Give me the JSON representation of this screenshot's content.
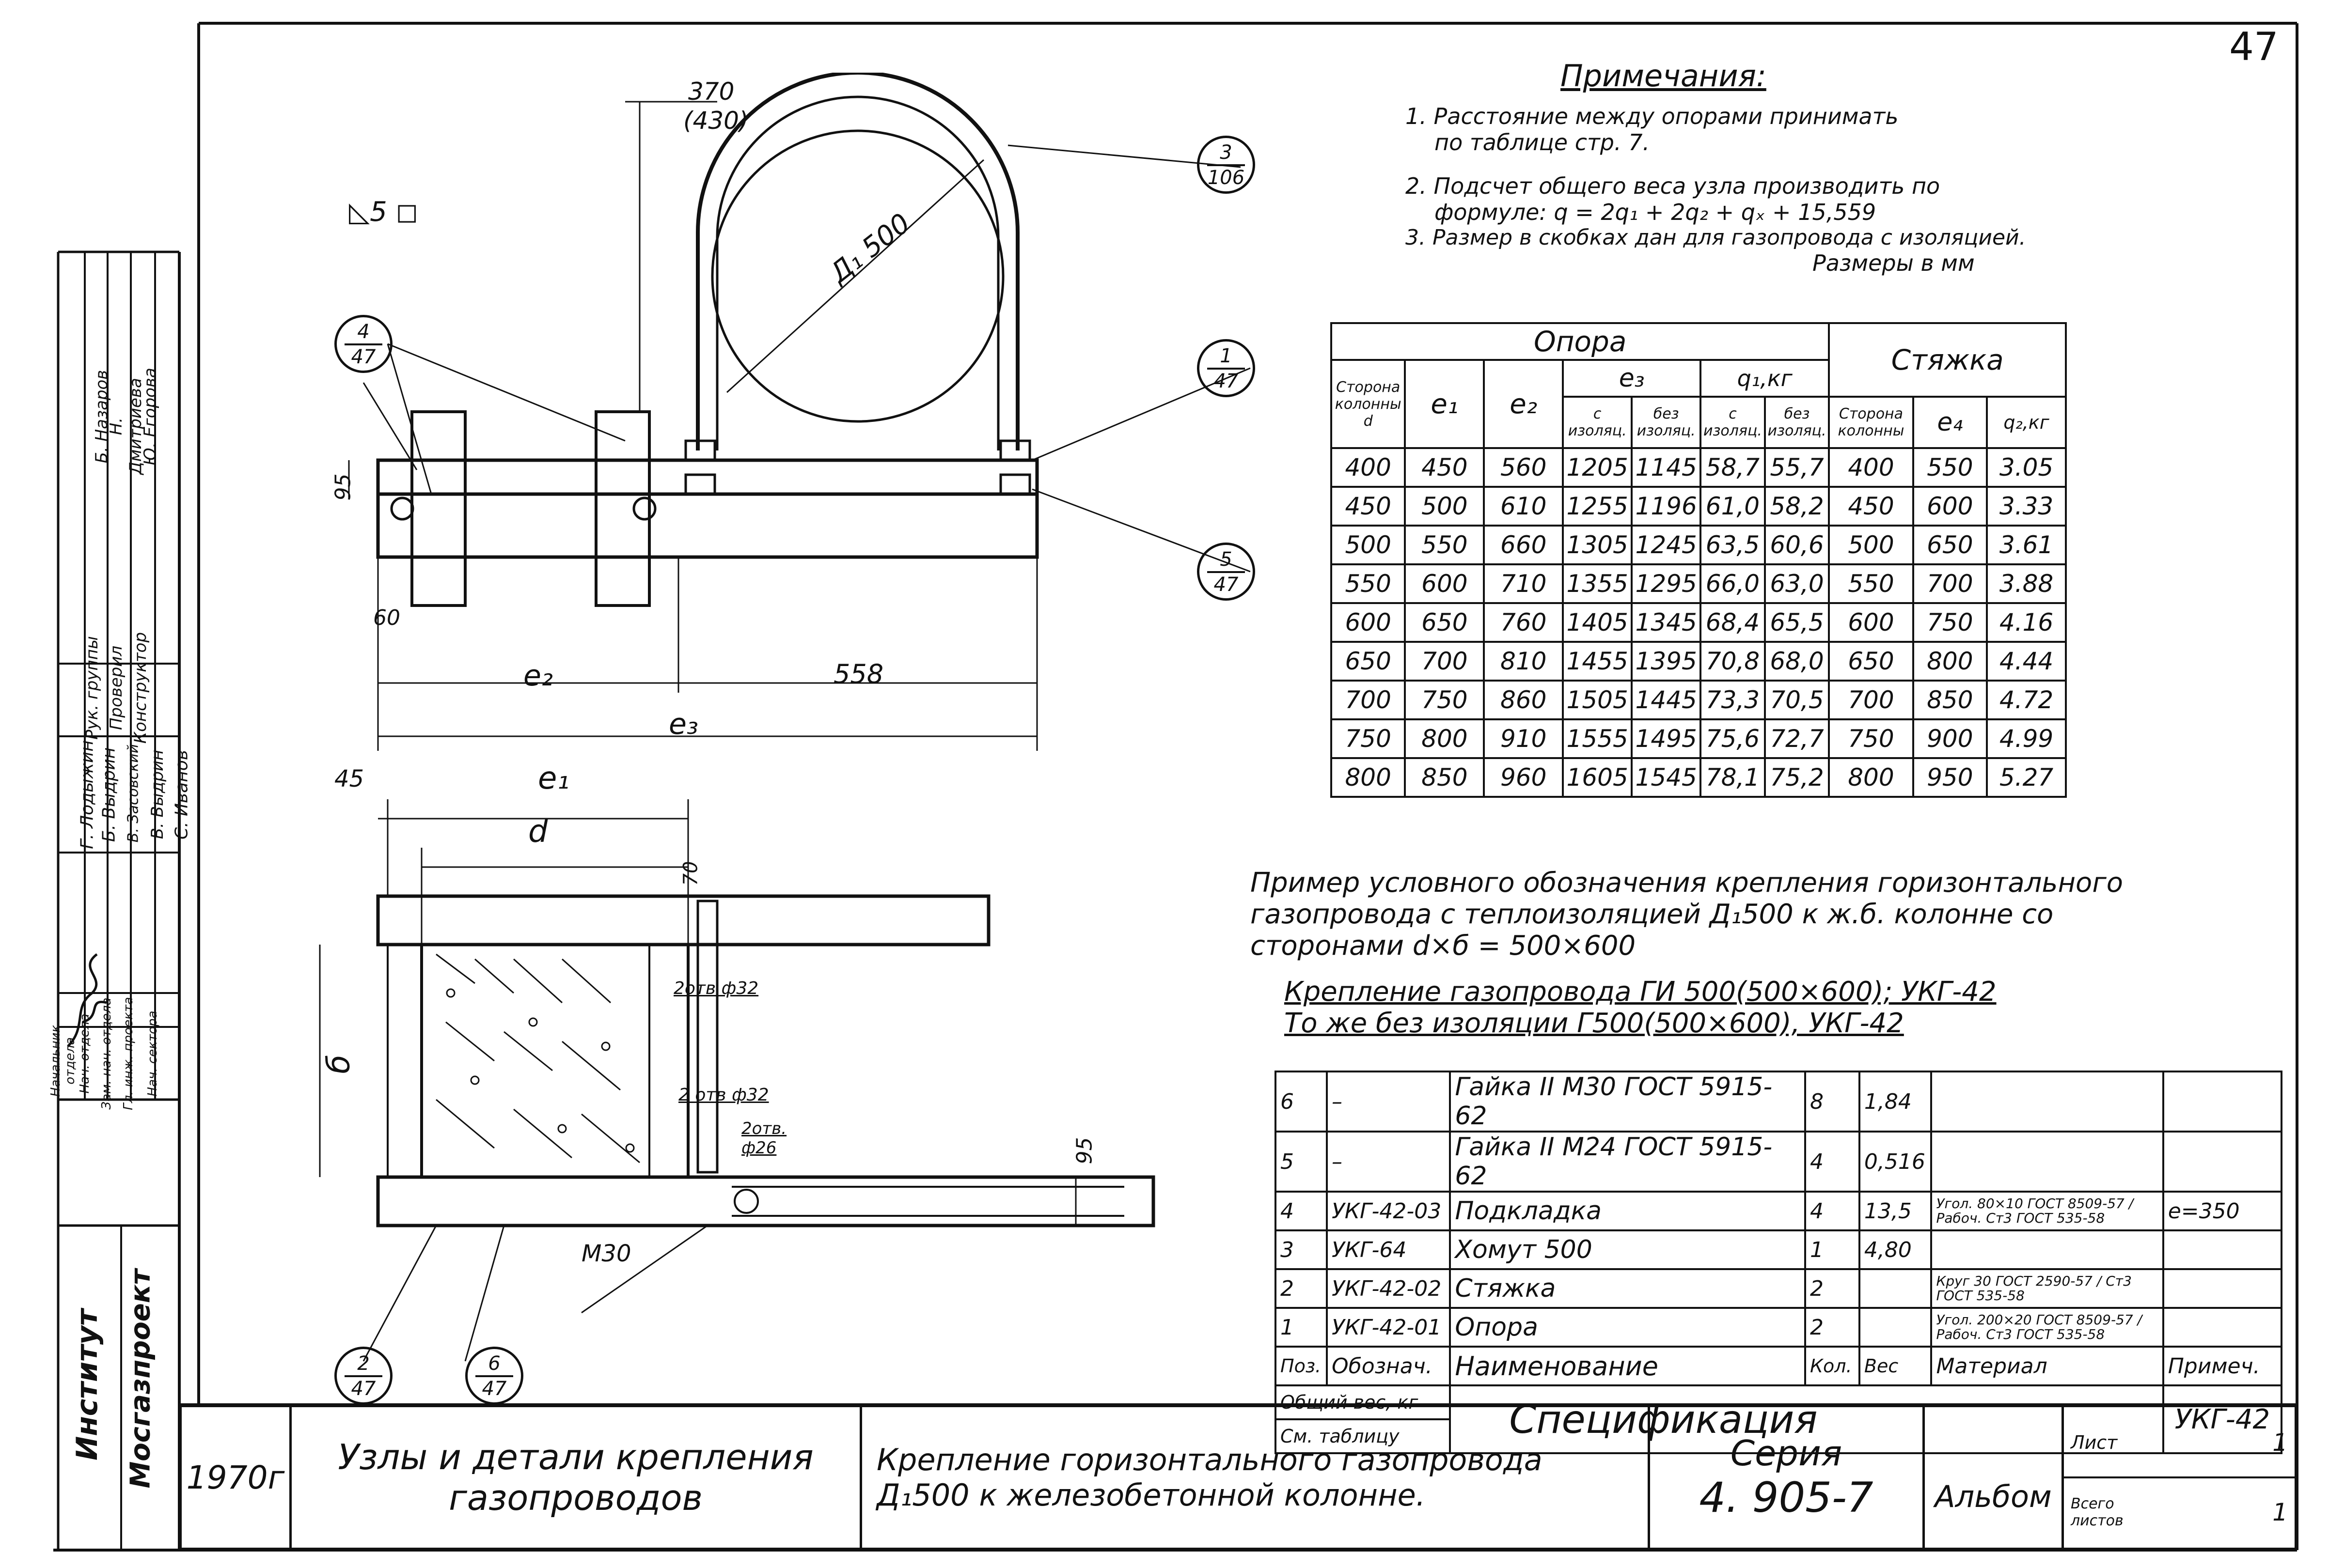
{
  "sheet_corner_number": "47",
  "notes": {
    "title": "Примечания:",
    "lines": [
      "1. Расстояние между опорами принимать",
      "по таблице   стр. 7.",
      "2. Подсчет общего веса узла производить по",
      "формуле: q = 2q₁ + 2q₂ + qₓ + 15,559",
      "3. Размер в скобках дан для газопровода с изоляцией."
    ],
    "units": "Размеры в мм"
  },
  "drawing": {
    "dims": {
      "top_width": "370",
      "top_width_alt": "(430)",
      "diameter": "Д₁ 500",
      "height95_top": "95",
      "width60": "60",
      "e2": "e₂",
      "d558": "558",
      "e3": "e₃",
      "w45": "45",
      "e1": "e₁",
      "d": "d",
      "w70": "70",
      "b": "б",
      "h95_bottom": "95",
      "m30": "М30"
    },
    "weld_symbol": "◺5 ◻",
    "holes": [
      "2отв ф32",
      "2 отв ф32",
      "2отв. ф26"
    ],
    "callouts": [
      {
        "num": "3",
        "sheet": "106"
      },
      {
        "num": "4",
        "sheet": "47"
      },
      {
        "num": "1",
        "sheet": "47"
      },
      {
        "num": "5",
        "sheet": "47"
      },
      {
        "num": "2",
        "sheet": "47"
      },
      {
        "num": "6",
        "sheet": "47"
      }
    ]
  },
  "dim_table": {
    "group_opora": "Опора",
    "group_styazhka": "Стяжка",
    "h_side": "Сторона колонны d",
    "h_e1": "e₁",
    "h_e2": "e₂",
    "h_e3": "e₃",
    "h_q1": "q₁,кг",
    "h_with": "с изоляц.",
    "h_without": "без изоляц.",
    "h_side2": "Сторона колонны",
    "h_e4": "e₄",
    "h_q2": "q₂,кг",
    "rows": [
      [
        "400",
        "450",
        "560",
        "1205",
        "1145",
        "58,7",
        "55,7",
        "400",
        "550",
        "3.05"
      ],
      [
        "450",
        "500",
        "610",
        "1255",
        "1196",
        "61,0",
        "58,2",
        "450",
        "600",
        "3.33"
      ],
      [
        "500",
        "550",
        "660",
        "1305",
        "1245",
        "63,5",
        "60,6",
        "500",
        "650",
        "3.61"
      ],
      [
        "550",
        "600",
        "710",
        "1355",
        "1295",
        "66,0",
        "63,0",
        "550",
        "700",
        "3.88"
      ],
      [
        "600",
        "650",
        "760",
        "1405",
        "1345",
        "68,4",
        "65,5",
        "600",
        "750",
        "4.16"
      ],
      [
        "650",
        "700",
        "810",
        "1455",
        "1395",
        "70,8",
        "68,0",
        "650",
        "800",
        "4.44"
      ],
      [
        "700",
        "750",
        "860",
        "1505",
        "1445",
        "73,3",
        "70,5",
        "700",
        "850",
        "4.72"
      ],
      [
        "750",
        "800",
        "910",
        "1555",
        "1495",
        "75,6",
        "72,7",
        "750",
        "900",
        "4.99"
      ],
      [
        "800",
        "850",
        "960",
        "1605",
        "1545",
        "78,1",
        "75,2",
        "800",
        "950",
        "5.27"
      ]
    ]
  },
  "example": {
    "line1": "Пример условного обозначения крепления горизонтального",
    "line2": "газопровода с теплоизоляцией Д₁500 к ж.б. колонне  со",
    "line3": "сторонами  d×б = 500×600",
    "line4": "Крепление газопровода ГИ 500(500×600); УКГ-42",
    "line5": "То же без изоляции Г500(500×600), УКГ-42"
  },
  "spec": {
    "rows": [
      {
        "pos": "6",
        "code": "–",
        "name": "Гайка II М30 ГОСТ 5915-62",
        "qty": "8",
        "weight": "1,84",
        "material": "",
        "note": ""
      },
      {
        "pos": "5",
        "code": "–",
        "name": "Гайка II М24 ГОСТ 5915-62",
        "qty": "4",
        "weight": "0,516",
        "material": "",
        "note": ""
      },
      {
        "pos": "4",
        "code": "УКГ-42-03",
        "name": "Подкладка",
        "qty": "4",
        "weight": "13,5",
        "material": "Угол. 80×10 ГОСТ 8509-57 / Рабоч. Ст3 ГОСТ 535-58",
        "note": "e=350"
      },
      {
        "pos": "3",
        "code": "УКГ-64",
        "name": "Хомут 500",
        "qty": "1",
        "weight": "4,80",
        "material": "",
        "note": ""
      },
      {
        "pos": "2",
        "code": "УКГ-42-02",
        "name": "Стяжка",
        "qty": "2",
        "weight": "",
        "material": "Круг 30 ГОСТ 2590-57 / Ст3 ГОСТ 535-58",
        "note": ""
      },
      {
        "pos": "1",
        "code": "УКГ-42-01",
        "name": "Опора",
        "qty": "2",
        "weight": "",
        "material": "Угол. 200×20 ГОСТ 8509-57 / Рабоч. Ст3 ГОСТ 535-58",
        "note": ""
      }
    ],
    "headers": {
      "pos": "Поз.",
      "code": "Обознач.",
      "name": "Наименование",
      "qty": "Кол.",
      "weight": "Вес",
      "material": "Материал",
      "note": "Примеч."
    },
    "total_weight": "Общий вес, кг",
    "see_table": "См. таблицу",
    "title": "Спецификация",
    "code": "УКГ-42"
  },
  "title_block": {
    "year": "1970г",
    "series_name_1": "Узлы и детали крепления",
    "series_name_2": "газопроводов",
    "drawing_name_1": "Крепление горизонтального газопровода",
    "drawing_name_2": "Д₁500 к железобетонной колонне.",
    "series_label": "Серия",
    "series_num": "4. 905-7",
    "album": "Альбом",
    "sheet_label": "Лист",
    "sheet_num": "1",
    "total_label": "Всего листов",
    "total_num": "1"
  },
  "side_stamp": {
    "institute_1": "Институт",
    "institute_2": "Мосгазпроект",
    "roles": [
      "Начальник отдела",
      "Нач. отдела",
      "Зам. нач. отдела",
      "Гл. инж. проекта",
      "Нач. сектора"
    ],
    "names": [
      "Г. Лодыжин",
      "Б. Выдрин",
      "В. Засовский",
      "В. Выдрин",
      "С. Иванов"
    ],
    "functions": [
      "Рук. группы",
      "Проверил",
      "Конструктор"
    ],
    "people2": [
      "Б. Назаров",
      "Н. Дмитриева",
      "Ю. Егорова"
    ],
    "signature_hint": "подпись"
  }
}
